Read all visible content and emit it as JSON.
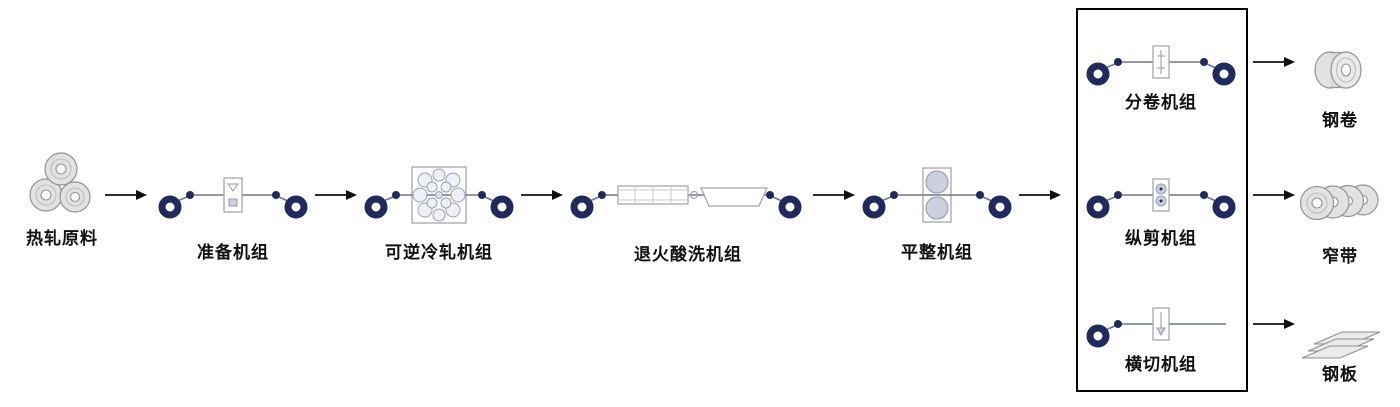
{
  "colors": {
    "coil_navy": "#202a5e",
    "strip_line_gray": "#70758c",
    "equipment_outline_gray": "#a8a8a8",
    "product_gray": "#e2e2e2",
    "arrow_black": "#111111",
    "box_border_black": "#000000",
    "text_black": "#111111",
    "background": "#ffffff"
  },
  "flow": {
    "source": {
      "label": "热轧原料",
      "icon": "hot-rolled-coils-icon"
    },
    "stages": [
      {
        "label": "准备机组",
        "icon": "prep-unit-icon"
      },
      {
        "label": "可逆冷轧机组",
        "icon": "reversible-cold-mill-icon"
      },
      {
        "label": "退火酸洗机组",
        "icon": "annealing-pickling-unit-icon"
      },
      {
        "label": "平整机组",
        "icon": "temper-mill-icon"
      }
    ],
    "finishing_box": {
      "units": [
        {
          "label": "分卷机组",
          "icon": "recoiling-unit-icon",
          "product": {
            "label": "钢卷",
            "icon": "steel-coil-icon"
          }
        },
        {
          "label": "纵剪机组",
          "icon": "slitting-unit-icon",
          "product": {
            "label": "窄带",
            "icon": "narrow-strip-coils-icon"
          }
        },
        {
          "label": "横切机组",
          "icon": "cross-cutting-unit-icon",
          "product": {
            "label": "钢板",
            "icon": "steel-plate-icon"
          }
        }
      ]
    }
  }
}
